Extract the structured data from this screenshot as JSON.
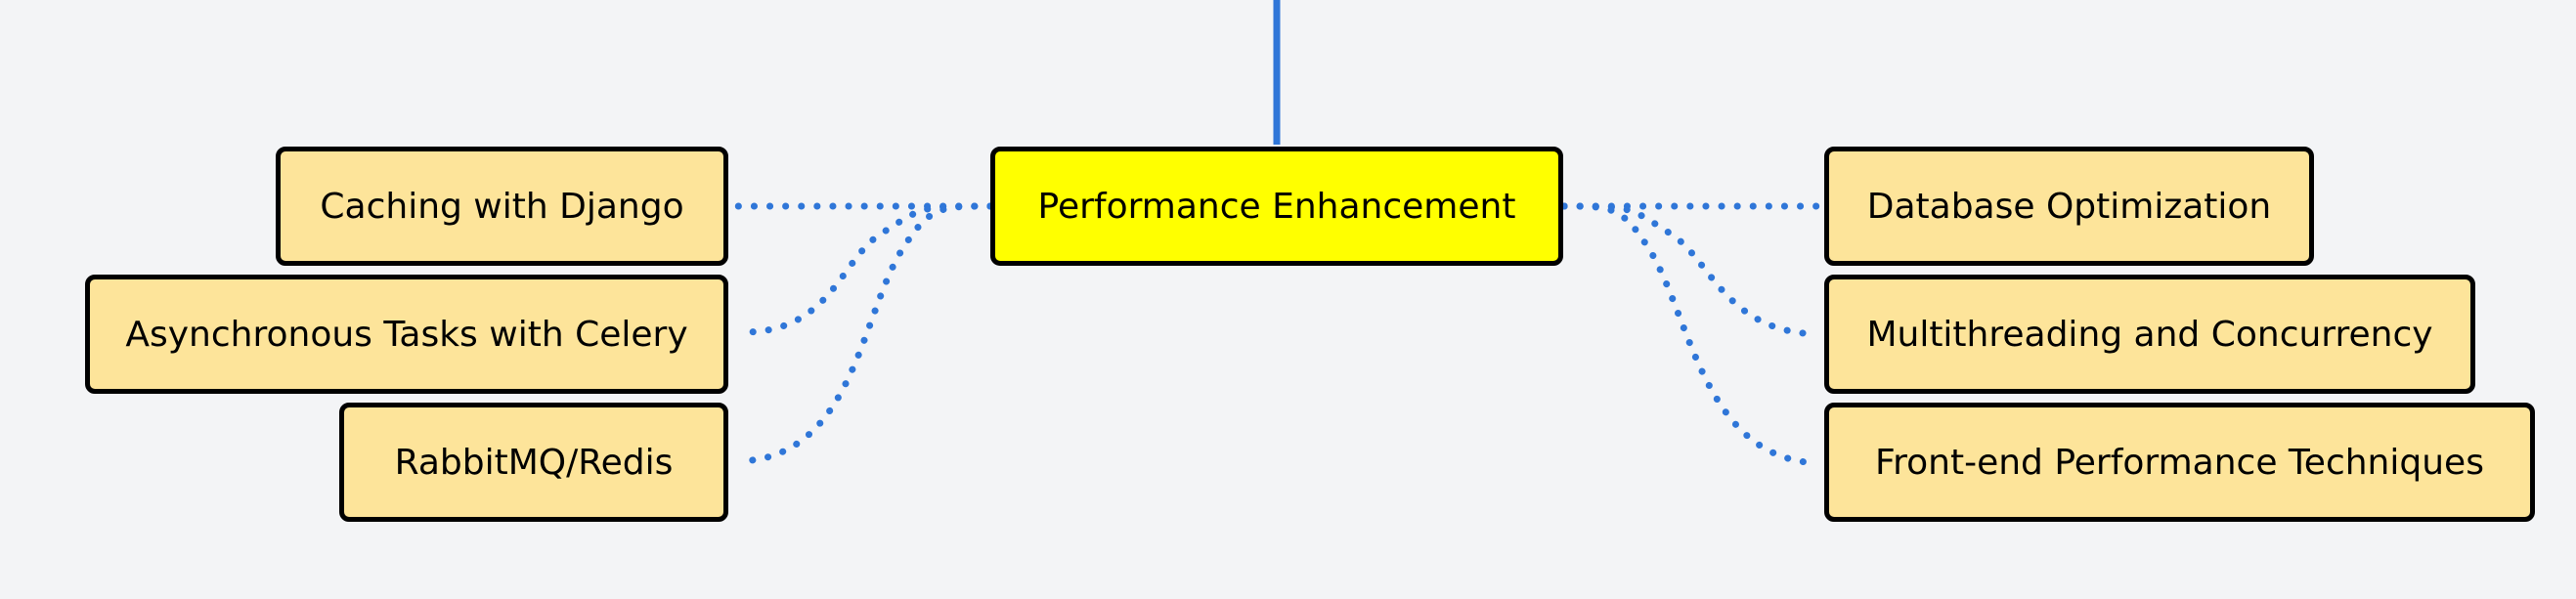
{
  "colors": {
    "background": "#f3f4f6",
    "connector": "#2f76d8",
    "root_fill": "#ffff00",
    "child_fill": "#fde49a",
    "border": "#000000"
  },
  "root": {
    "label": "Performance Enhancement"
  },
  "left_children": [
    {
      "label": "Caching with Django"
    },
    {
      "label": "Asynchronous Tasks with Celery"
    },
    {
      "label": "RabbitMQ/Redis"
    }
  ],
  "right_children": [
    {
      "label": "Database Optimization"
    },
    {
      "label": "Multithreading and Concurrency"
    },
    {
      "label": "Front-end Performance Techniques"
    }
  ]
}
